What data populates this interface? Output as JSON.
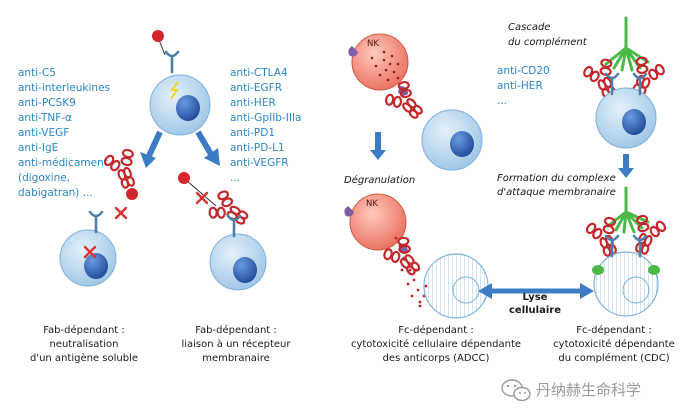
{
  "panel1": {
    "drugs": [
      "anti-C5",
      "anti-interleukines",
      "anti-PCSK9",
      "anti-TNF-α",
      "anti-VEGF",
      "anti-IgE",
      "anti-médicament",
      "(digoxine,",
      "dabigatran) ..."
    ],
    "caption": [
      "Fab-dépendant :",
      "neutralisation",
      "d'un antigène soluble"
    ]
  },
  "panel2": {
    "drugs": [
      "anti-CTLA4",
      "anti-EGFR",
      "anti-HER",
      "anti-GpIIb-IIIa",
      "anti-PD1",
      "anti-PD-L1",
      "anti-VEGFR",
      "..."
    ],
    "caption": [
      "Fab-dépendant :",
      "liaison à un récepteur",
      "membranaire"
    ]
  },
  "panel3": {
    "nk_label": "NK",
    "nk_label_2": "NK",
    "degranulation": "Dégranulation",
    "lysis": [
      "Lyse",
      "cellulaire"
    ],
    "caption": [
      "Fc-dépendant :",
      "cytotoxicité cellulaire dépendante",
      "des anticorps (ADCC)"
    ]
  },
  "panel4": {
    "cascade": [
      "Cascade",
      "du complément"
    ],
    "drugs": [
      "anti-CD20",
      "anti-HER",
      "..."
    ],
    "formation": [
      "Formation du complexe",
      "d'attaque membranaire"
    ],
    "caption": [
      "Fc-dépendant :",
      "cytotoxicité dépendante",
      "du complément (CDC)"
    ]
  },
  "watermark": "丹纳赫生命科学",
  "colors": {
    "cell_fill": "#bcd9ef",
    "nucleus": "#2f5fae",
    "antibody": "#c2282c",
    "receptor": "#4f7fa8",
    "complement": "#4db848",
    "arrow": "#3d7cc4",
    "nk_fill": "#f08b7a",
    "text_blue": "#2b86c8"
  }
}
